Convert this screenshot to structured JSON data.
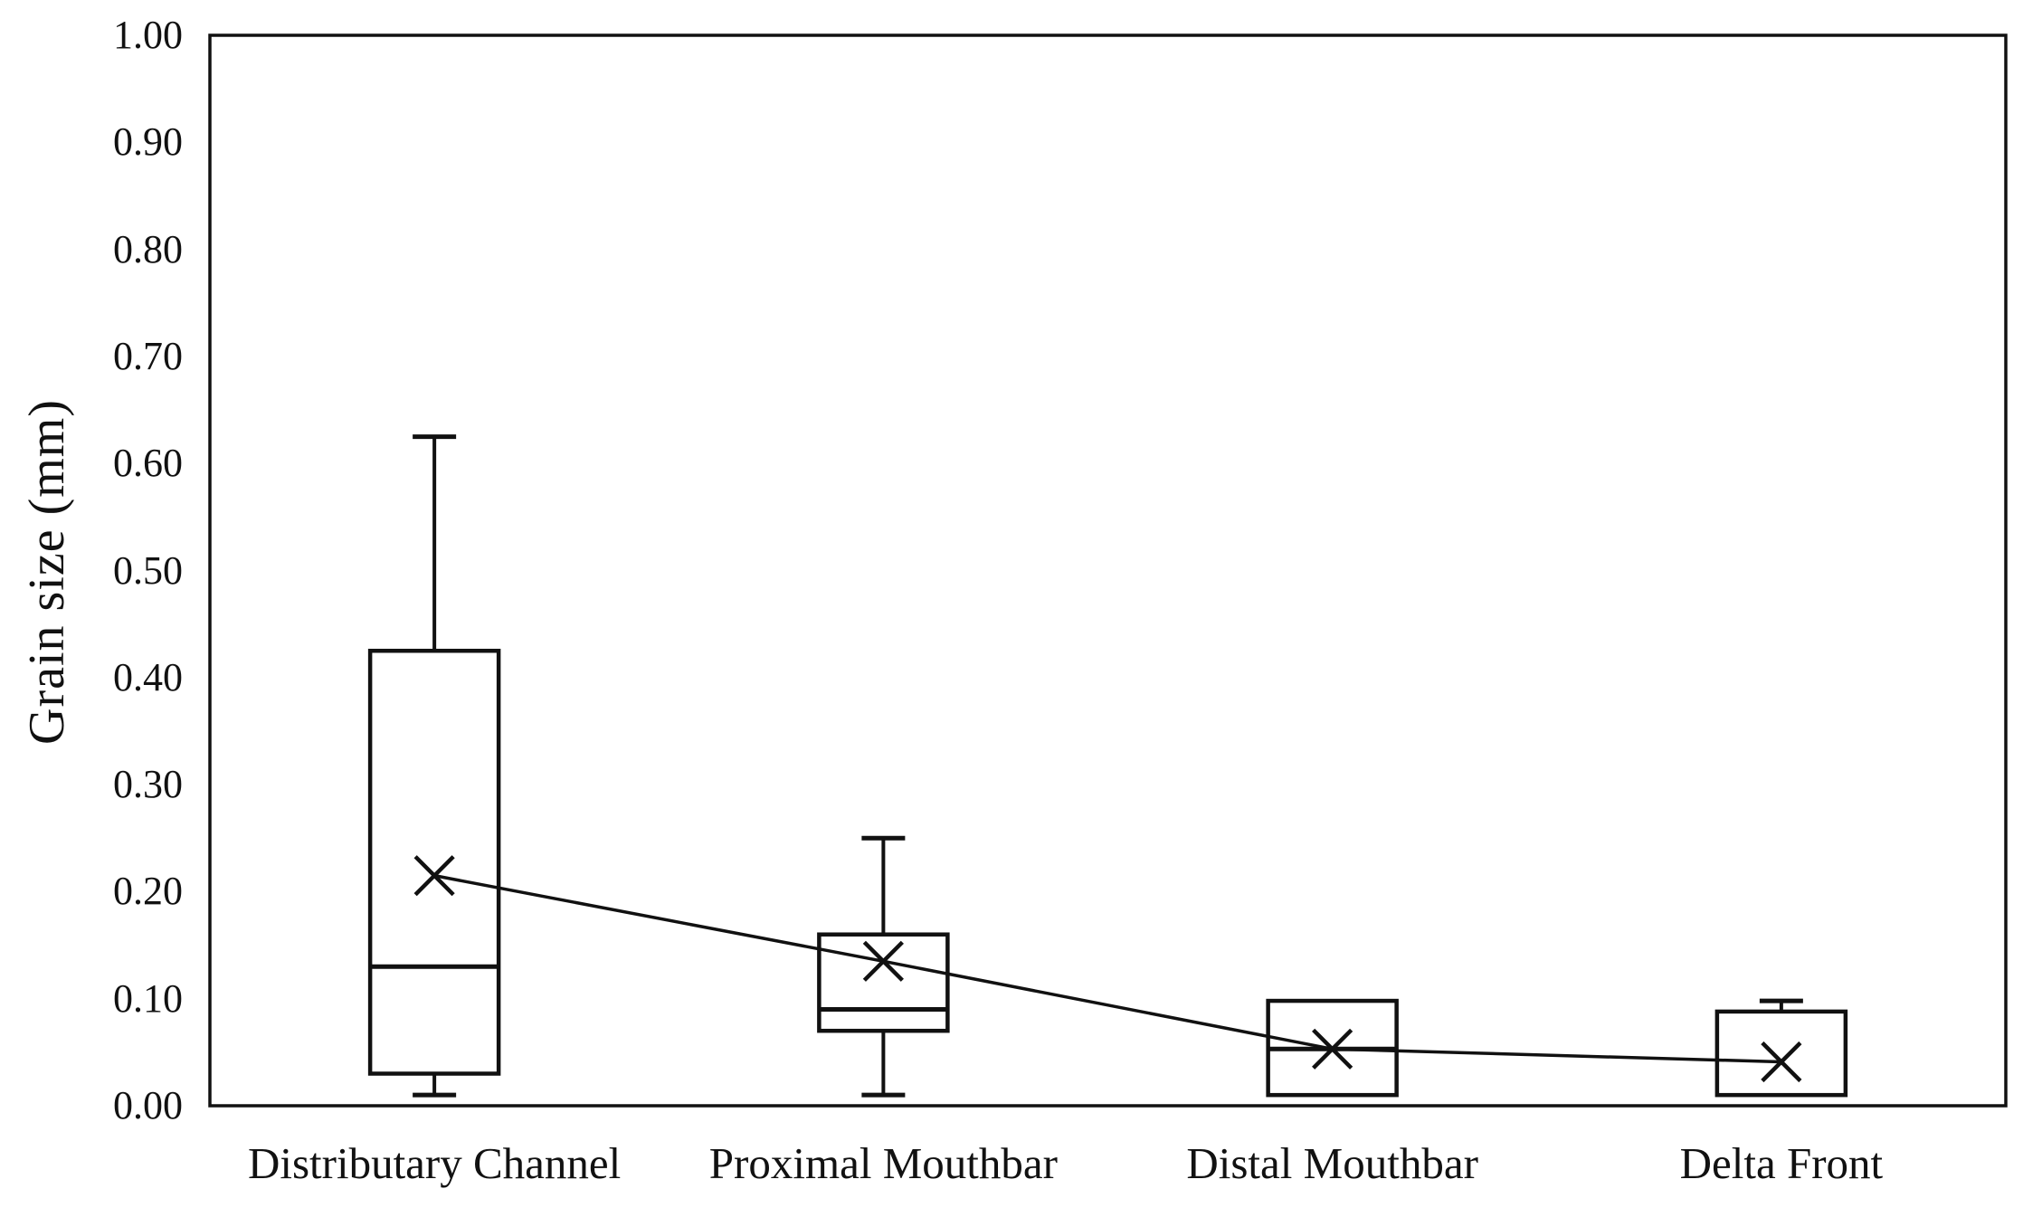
{
  "chart_data": {
    "type": "boxplot",
    "title": "",
    "xlabel": "",
    "ylabel": "Grain size (mm)",
    "ylim": [
      0.0,
      1.0
    ],
    "grid": false,
    "legend": null,
    "ytick_values": [
      0.0,
      0.1,
      0.2,
      0.3,
      0.4,
      0.5,
      0.6,
      0.7,
      0.8,
      0.9,
      1.0
    ],
    "ytick_labels": [
      "0.00",
      "0.10",
      "0.20",
      "0.30",
      "0.40",
      "0.50",
      "0.60",
      "0.70",
      "0.80",
      "0.90",
      "1.00"
    ],
    "categories": [
      "Distributary Channel",
      "Proximal Mouthbar",
      "Distal Mouthbar",
      "Delta Front"
    ],
    "boxes": [
      {
        "category": "Distributary Channel",
        "whisker_low": 0.01,
        "q1": 0.03,
        "median": 0.13,
        "q3": 0.425,
        "whisker_high": 0.625,
        "mean": 0.215
      },
      {
        "category": "Proximal Mouthbar",
        "whisker_low": 0.01,
        "q1": 0.07,
        "median": 0.09,
        "q3": 0.16,
        "whisker_high": 0.25,
        "mean": 0.135
      },
      {
        "category": "Distal Mouthbar",
        "whisker_low": null,
        "q1": 0.01,
        "median": 0.053,
        "q3": 0.098,
        "whisker_high": null,
        "mean": 0.053
      },
      {
        "category": "Delta Front",
        "whisker_low": null,
        "q1": 0.01,
        "median": null,
        "q3": 0.088,
        "whisker_high": 0.098,
        "mean": 0.041
      }
    ],
    "mean_marker": "x",
    "mean_trend_line": true,
    "colors": {
      "line": "#111111",
      "background": "#ffffff"
    }
  }
}
